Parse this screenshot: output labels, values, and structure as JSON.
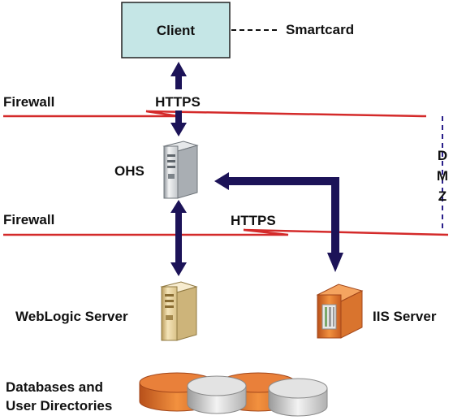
{
  "client": {
    "label": "Client"
  },
  "smartcard": {
    "label": "Smartcard"
  },
  "firewalls": [
    {
      "label": "Firewall"
    },
    {
      "label": "Firewall"
    }
  ],
  "protocols": [
    {
      "label": "HTTPS"
    },
    {
      "label": "HTTPS"
    }
  ],
  "dmz": {
    "letters": [
      "D",
      "M",
      "Z"
    ]
  },
  "servers": {
    "ohs": {
      "label": "OHS",
      "icon": "tower-server-icon"
    },
    "weblogic": {
      "label": "WebLogic Server",
      "icon": "tower-server-icon"
    },
    "iis": {
      "label": "IIS Server",
      "icon": "rack-server-icon"
    }
  },
  "databases": {
    "label_line1": "Databases and",
    "label_line2": "User Directories",
    "icon": "database-icon"
  },
  "colors": {
    "client_fill": "#c5e6e6",
    "arrow": "#1c1358",
    "firewall": "#d42a2a",
    "dmz_line": "#2a1f8a",
    "db_orange": "#d86a22",
    "db_gray": "#d5d5d5"
  }
}
